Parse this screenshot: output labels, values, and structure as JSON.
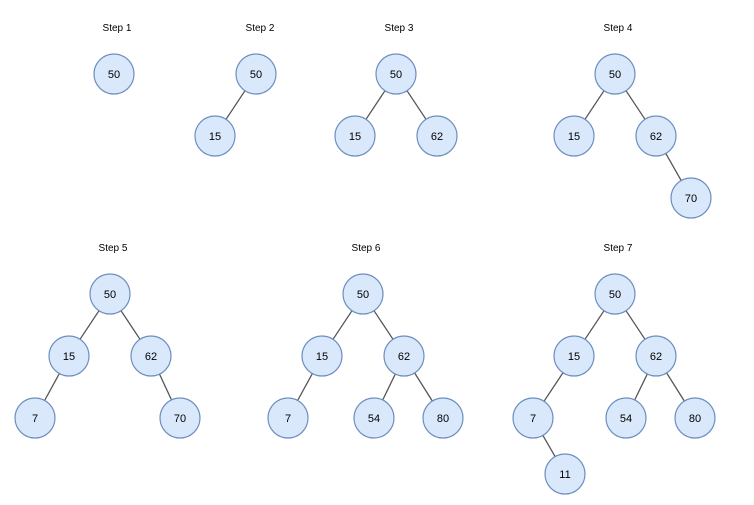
{
  "colors": {
    "node_fill": "#dae8fc",
    "node_stroke": "#6c8ebf",
    "edge": "#555555",
    "text": "#000000"
  },
  "steps": [
    {
      "title": "Step 1",
      "tree": {
        "value": "50"
      }
    },
    {
      "title": "Step 2",
      "tree": {
        "value": "50",
        "left": {
          "value": "15"
        }
      }
    },
    {
      "title": "Step 3",
      "tree": {
        "value": "50",
        "left": {
          "value": "15"
        },
        "right": {
          "value": "62"
        }
      }
    },
    {
      "title": "Step 4",
      "tree": {
        "value": "50",
        "left": {
          "value": "15"
        },
        "right": {
          "value": "62",
          "right": {
            "value": "70"
          }
        }
      }
    },
    {
      "title": "Step 5",
      "tree": {
        "value": "50",
        "left": {
          "value": "15",
          "left": {
            "value": "7"
          }
        },
        "right": {
          "value": "62",
          "right": {
            "value": "70"
          }
        }
      }
    },
    {
      "title": "Step 6",
      "tree": {
        "value": "50",
        "left": {
          "value": "15",
          "left": {
            "value": "7"
          }
        },
        "right": {
          "value": "62",
          "left": {
            "value": "54"
          },
          "right": {
            "value": "80"
          }
        }
      }
    },
    {
      "title": "Step 7",
      "tree": {
        "value": "50",
        "left": {
          "value": "15",
          "left": {
            "value": "7",
            "right": {
              "value": "11"
            }
          }
        },
        "right": {
          "value": "62",
          "left": {
            "value": "54"
          },
          "right": {
            "value": "80"
          }
        }
      }
    }
  ]
}
